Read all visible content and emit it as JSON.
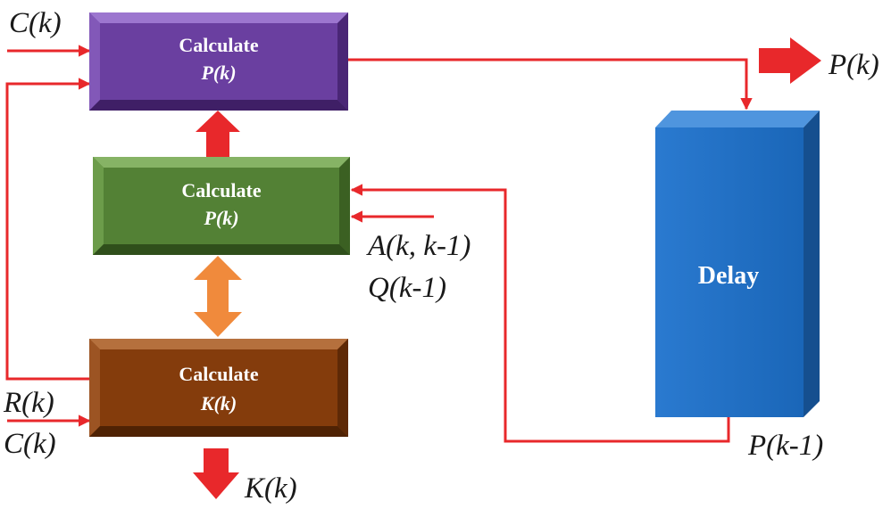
{
  "boxes": {
    "top": {
      "title": "Calculate",
      "var": "P(k)",
      "color": "#6a3fa0"
    },
    "middle": {
      "title": "Calculate",
      "var": "P(k)",
      "color": "#538135"
    },
    "bottom": {
      "title": "Calculate",
      "var": "K(k)",
      "color": "#843c0c"
    },
    "delay": {
      "label": "Delay",
      "color": "#1f6fc1"
    }
  },
  "signals": {
    "c_top": "C(k)",
    "p_out": "P(k)",
    "a_in": "A(k, k-1)",
    "q_in": "Q(k-1)",
    "r_in": "R(k)",
    "c_bottom": "C(k)",
    "k_out": "K(k)",
    "p_prev": "P(k-1)"
  },
  "colors": {
    "line": "#e8282b",
    "double_arrow": "#f08a3c"
  }
}
